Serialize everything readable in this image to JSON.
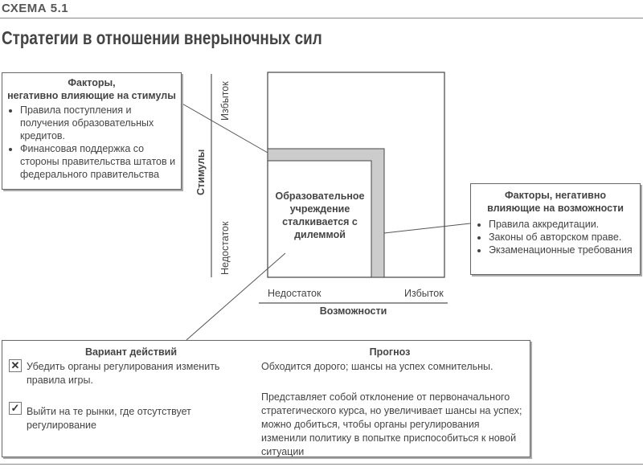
{
  "header": {
    "scheme": "СХЕМА 5.1",
    "title": "Стратегии в отношении внерыночных сил"
  },
  "left_box": {
    "title1": "Факторы,",
    "title2": "негативно влияющие на стимулы",
    "items": [
      "Правила поступления и получения образовательных кредитов.",
      "Финансовая поддержка со стороны правительства штатов и федерального правительства"
    ]
  },
  "y_axis": {
    "label": "Стимулы",
    "high": "Избыток",
    "low": "Недостаток"
  },
  "x_axis": {
    "label": "Возможности",
    "high": "Избыток",
    "low": "Недостаток"
  },
  "center": {
    "text": "Образовательное учреждение сталкивается с дилеммой"
  },
  "right_box": {
    "title": "Факторы, негативно влияющие на возможности",
    "items": [
      "Правила аккредитации.",
      "Законы об авторском праве.",
      "Экзаменационные требования"
    ]
  },
  "bottom": {
    "col1_title": "Вариант действий",
    "col2_title": "Прогноз",
    "rows": [
      {
        "icon": "✕",
        "action": "Убедить органы регулирования изменить правила игры.",
        "forecast": "Обходится дорого; шансы на успех сомнительны."
      },
      {
        "icon": "✓",
        "action": "Выйти на те рынки, где отсутствует регулирование",
        "forecast": "Представляет собой отклонение от первоначального стратегического курса, но увеличивает шансы на успех; можно добиться, чтобы органы регулирования изменили политику в попытке приспособиться к новой ситуации"
      }
    ]
  }
}
